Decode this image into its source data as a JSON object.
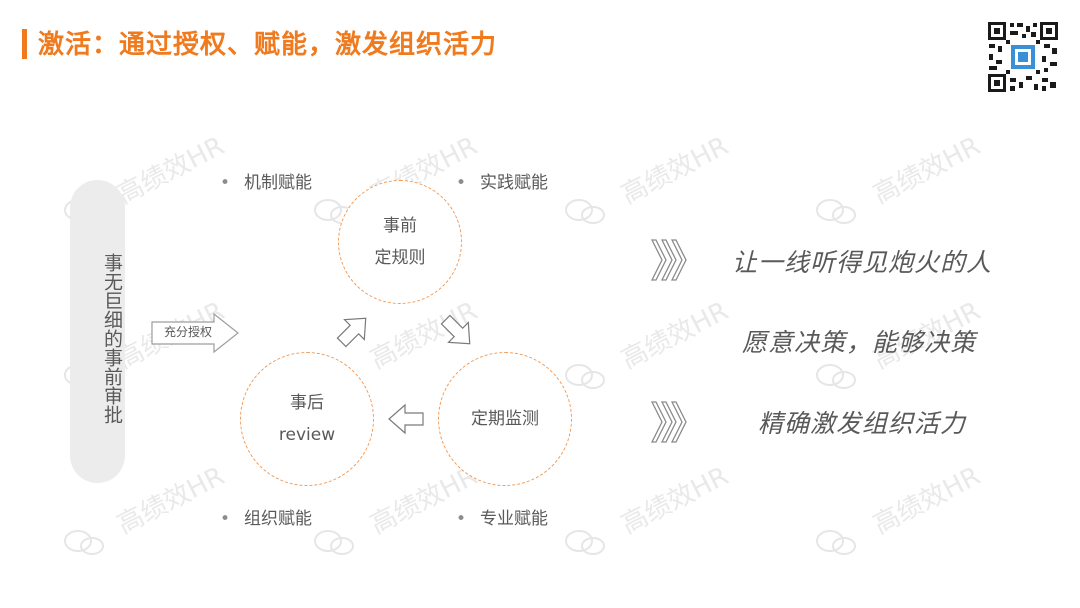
{
  "slide": {
    "title": "激活：通过授权、赋能，激发组织活力",
    "accent_color": "#f07a1e",
    "circle_color": "#f29a55",
    "watermark": "高绩效HR",
    "left_process": "事无巨细的事前审批",
    "authorize_label": "充分授权",
    "cycle": {
      "top": [
        "事前",
        "定规则"
      ],
      "right": [
        "定期监测"
      ],
      "left": [
        "事后",
        "review"
      ]
    },
    "bullets": {
      "top_left": "机制赋能",
      "top_right": "实践赋能",
      "bottom_left": "组织赋能",
      "bottom_right": "专业赋能"
    },
    "results": [
      "让一线听得见炮火的人",
      "愿意决策，能够决策",
      "精确激发组织活力"
    ],
    "icons": {
      "qr": "qr-code-icon",
      "wm_icon": "wechat-icon",
      "chevron": "triple-chevron-icon",
      "cycle_arrow": "hollow-arrow-icon"
    }
  }
}
